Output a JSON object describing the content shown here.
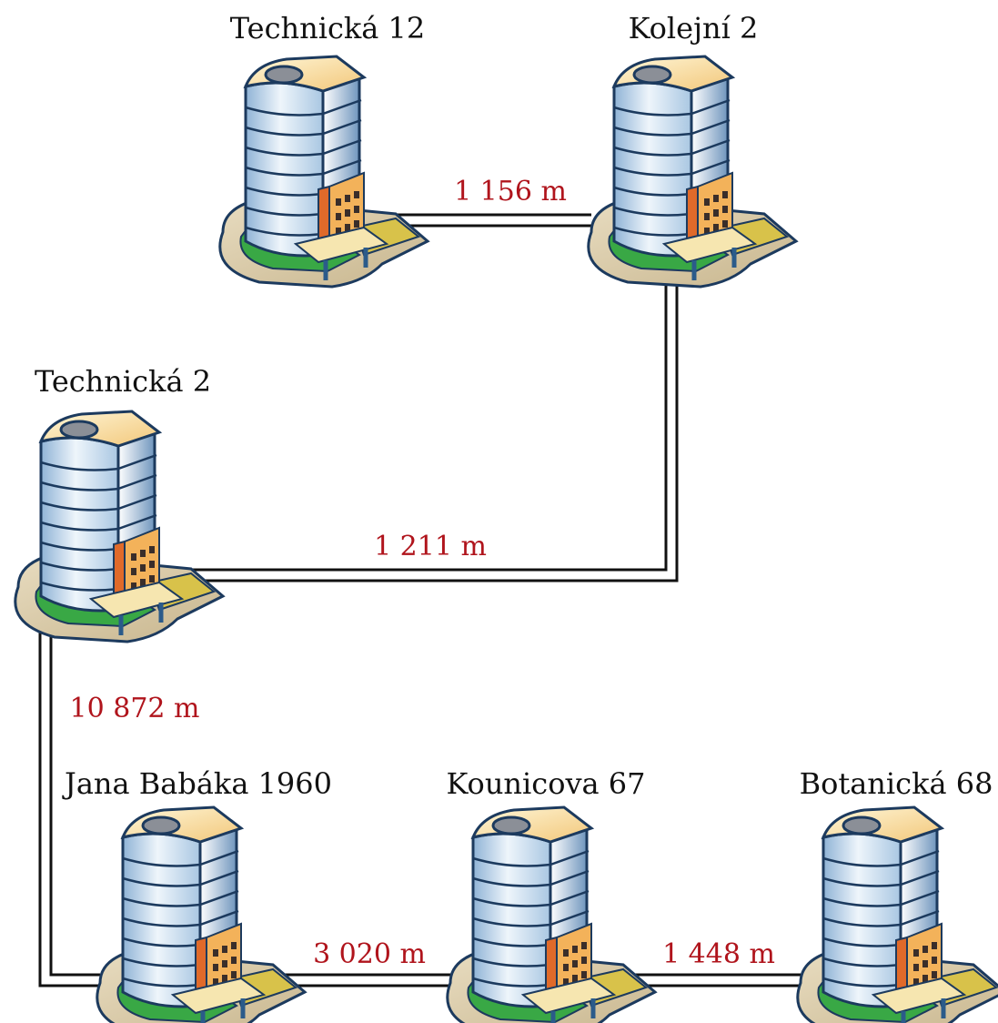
{
  "buildings": [
    {
      "id": "technicka12",
      "label": "Technická 12"
    },
    {
      "id": "koleji2",
      "label": "Kolejní 2"
    },
    {
      "id": "technicka2",
      "label": "Technická 2"
    },
    {
      "id": "babaka",
      "label": "Jana Babáka 1960"
    },
    {
      "id": "kounicova",
      "label": "Kounicova 67"
    },
    {
      "id": "botanicka",
      "label": "Botanická 68"
    }
  ],
  "links": [
    {
      "from": "technicka12",
      "to": "koleji2",
      "distance": "1 156 m"
    },
    {
      "from": "koleji2",
      "to": "technicka2",
      "distance": "1 211 m"
    },
    {
      "from": "technicka2",
      "to": "babaka",
      "distance": "10 872 m"
    },
    {
      "from": "babaka",
      "to": "kounicova",
      "distance": "3 020 m"
    },
    {
      "from": "kounicova",
      "to": "botanicka",
      "distance": "1 448 m"
    }
  ],
  "colors": {
    "distance_text": "#b0141c",
    "label_text": "#111111",
    "cable": "#111111"
  },
  "icons": {
    "building": "office-building-icon"
  }
}
